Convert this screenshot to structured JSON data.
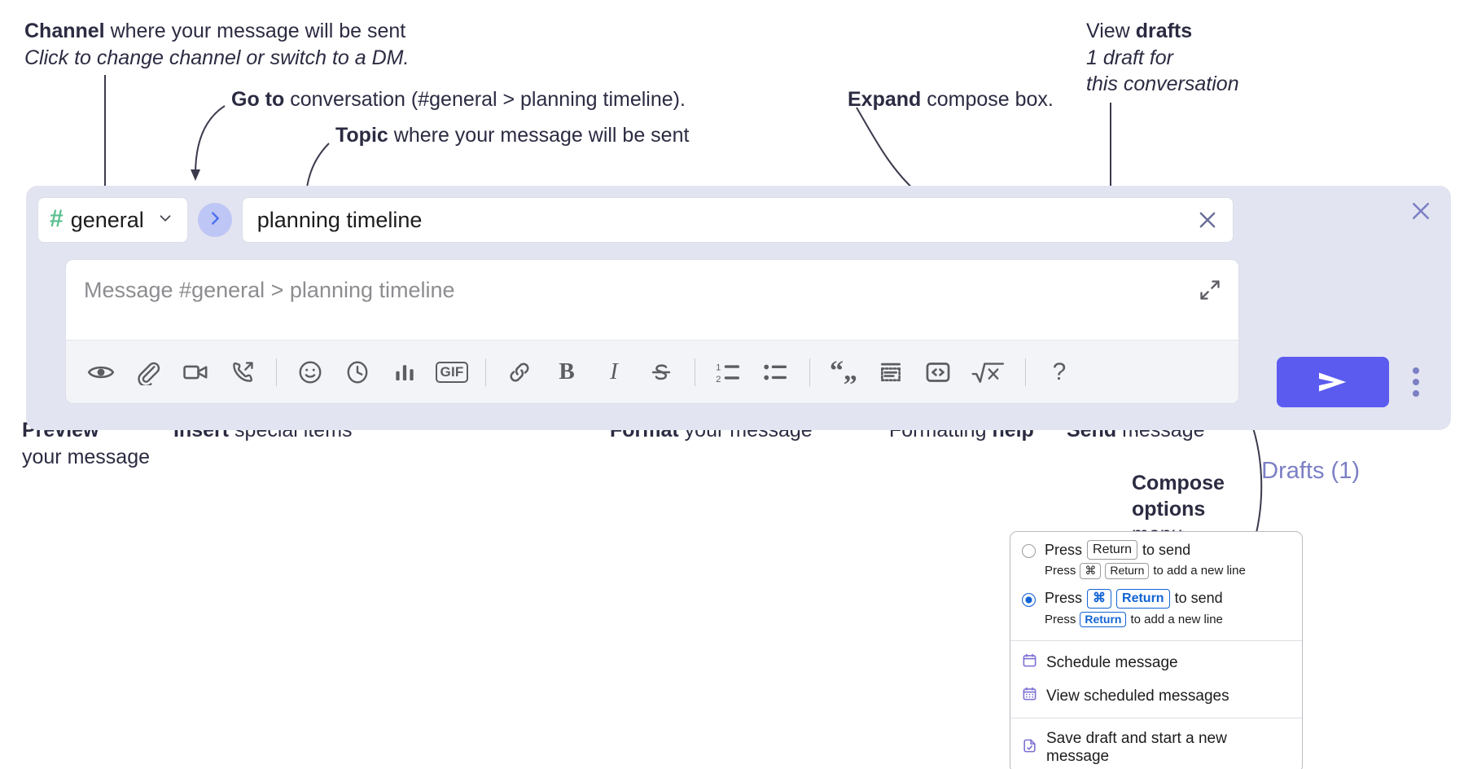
{
  "annotations": {
    "channel": {
      "bold": "Channel",
      "rest": " where your message will be sent",
      "italic": "Click to change channel or switch to a DM."
    },
    "goto": {
      "bold": "Go to",
      "rest": " conversation (#general > planning timeline)."
    },
    "topic": {
      "bold": "Topic",
      "rest": " where your message will be sent"
    },
    "expand": {
      "bold": "Expand",
      "rest": " compose box."
    },
    "drafts": {
      "line1_plain": "View ",
      "line1_bold": "drafts",
      "line2": "1 draft for",
      "line3": "this conversation"
    },
    "preview": {
      "bold": "Preview",
      "line2": "your message"
    },
    "insert": {
      "bold": "Insert",
      "rest": " special items"
    },
    "format": {
      "bold": "Format",
      "rest": " your message"
    },
    "help": {
      "plain": "Formatting ",
      "bold": "help"
    },
    "send": {
      "bold": "Send",
      "rest": " message"
    },
    "compose_options": {
      "line1": "Compose",
      "line2": "options",
      "line3": "menu"
    }
  },
  "compose": {
    "channel_label": "general",
    "channel_hash": "#",
    "topic_value": "planning timeline",
    "message_placeholder": "Message #general > planning timeline",
    "drafts_label": "Drafts (1)",
    "toolbar": [
      {
        "name": "preview-icon",
        "label": "Preview"
      },
      {
        "name": "attachment-icon",
        "label": "Attach file"
      },
      {
        "name": "video-icon",
        "label": "Record video clip"
      },
      {
        "name": "huddle-icon",
        "label": "Start a huddle"
      },
      {
        "name": "divider",
        "label": ""
      },
      {
        "name": "emoji-icon",
        "label": "Emoji"
      },
      {
        "name": "clock-icon",
        "label": "Reminder"
      },
      {
        "name": "poll-icon",
        "label": "Poll"
      },
      {
        "name": "gif-icon",
        "label": "GIF"
      },
      {
        "name": "divider",
        "label": ""
      },
      {
        "name": "link-icon",
        "label": "Link"
      },
      {
        "name": "bold-icon",
        "label": "B"
      },
      {
        "name": "italic-icon",
        "label": "I"
      },
      {
        "name": "strikethrough-icon",
        "label": "Strikethrough"
      },
      {
        "name": "divider",
        "label": ""
      },
      {
        "name": "ordered-list-icon",
        "label": "Ordered list"
      },
      {
        "name": "bulleted-list-icon",
        "label": "Bulleted list"
      },
      {
        "name": "divider",
        "label": ""
      },
      {
        "name": "blockquote-icon",
        "label": "Blockquote"
      },
      {
        "name": "code-block-icon",
        "label": "Code block"
      },
      {
        "name": "code-icon",
        "label": "Code"
      },
      {
        "name": "math-icon",
        "label": "Math"
      },
      {
        "name": "divider",
        "label": ""
      },
      {
        "name": "help-icon",
        "label": "?"
      }
    ]
  },
  "popup": {
    "options": [
      {
        "selected": false,
        "main_pre": "Press",
        "main_key": "Return",
        "main_post": "to send",
        "sub_pre": "Press",
        "sub_key1": "⌘",
        "sub_key2": "Return",
        "sub_post": "to add a new line"
      },
      {
        "selected": true,
        "main_pre": "Press",
        "main_key1": "⌘",
        "main_key2": "Return",
        "main_post": "to send",
        "sub_pre": "Press",
        "sub_key": "Return",
        "sub_post": "to add a new line"
      }
    ],
    "items": [
      {
        "icon": "calendar-clock-icon",
        "label": "Schedule message"
      },
      {
        "icon": "calendar-grid-icon",
        "label": "View scheduled messages"
      },
      {
        "icon": "save-draft-icon",
        "label": "Save draft and start a new message"
      }
    ]
  },
  "colors": {
    "panel_bg": "#e2e4f1",
    "send_button": "#5b5bf0",
    "hash_green": "#5bbf8f",
    "goto_blue": "#bec6f5",
    "drafts_purple": "#7b7fc4",
    "accent_blue": "#1264d4",
    "text_dark": "#2b2b42"
  }
}
